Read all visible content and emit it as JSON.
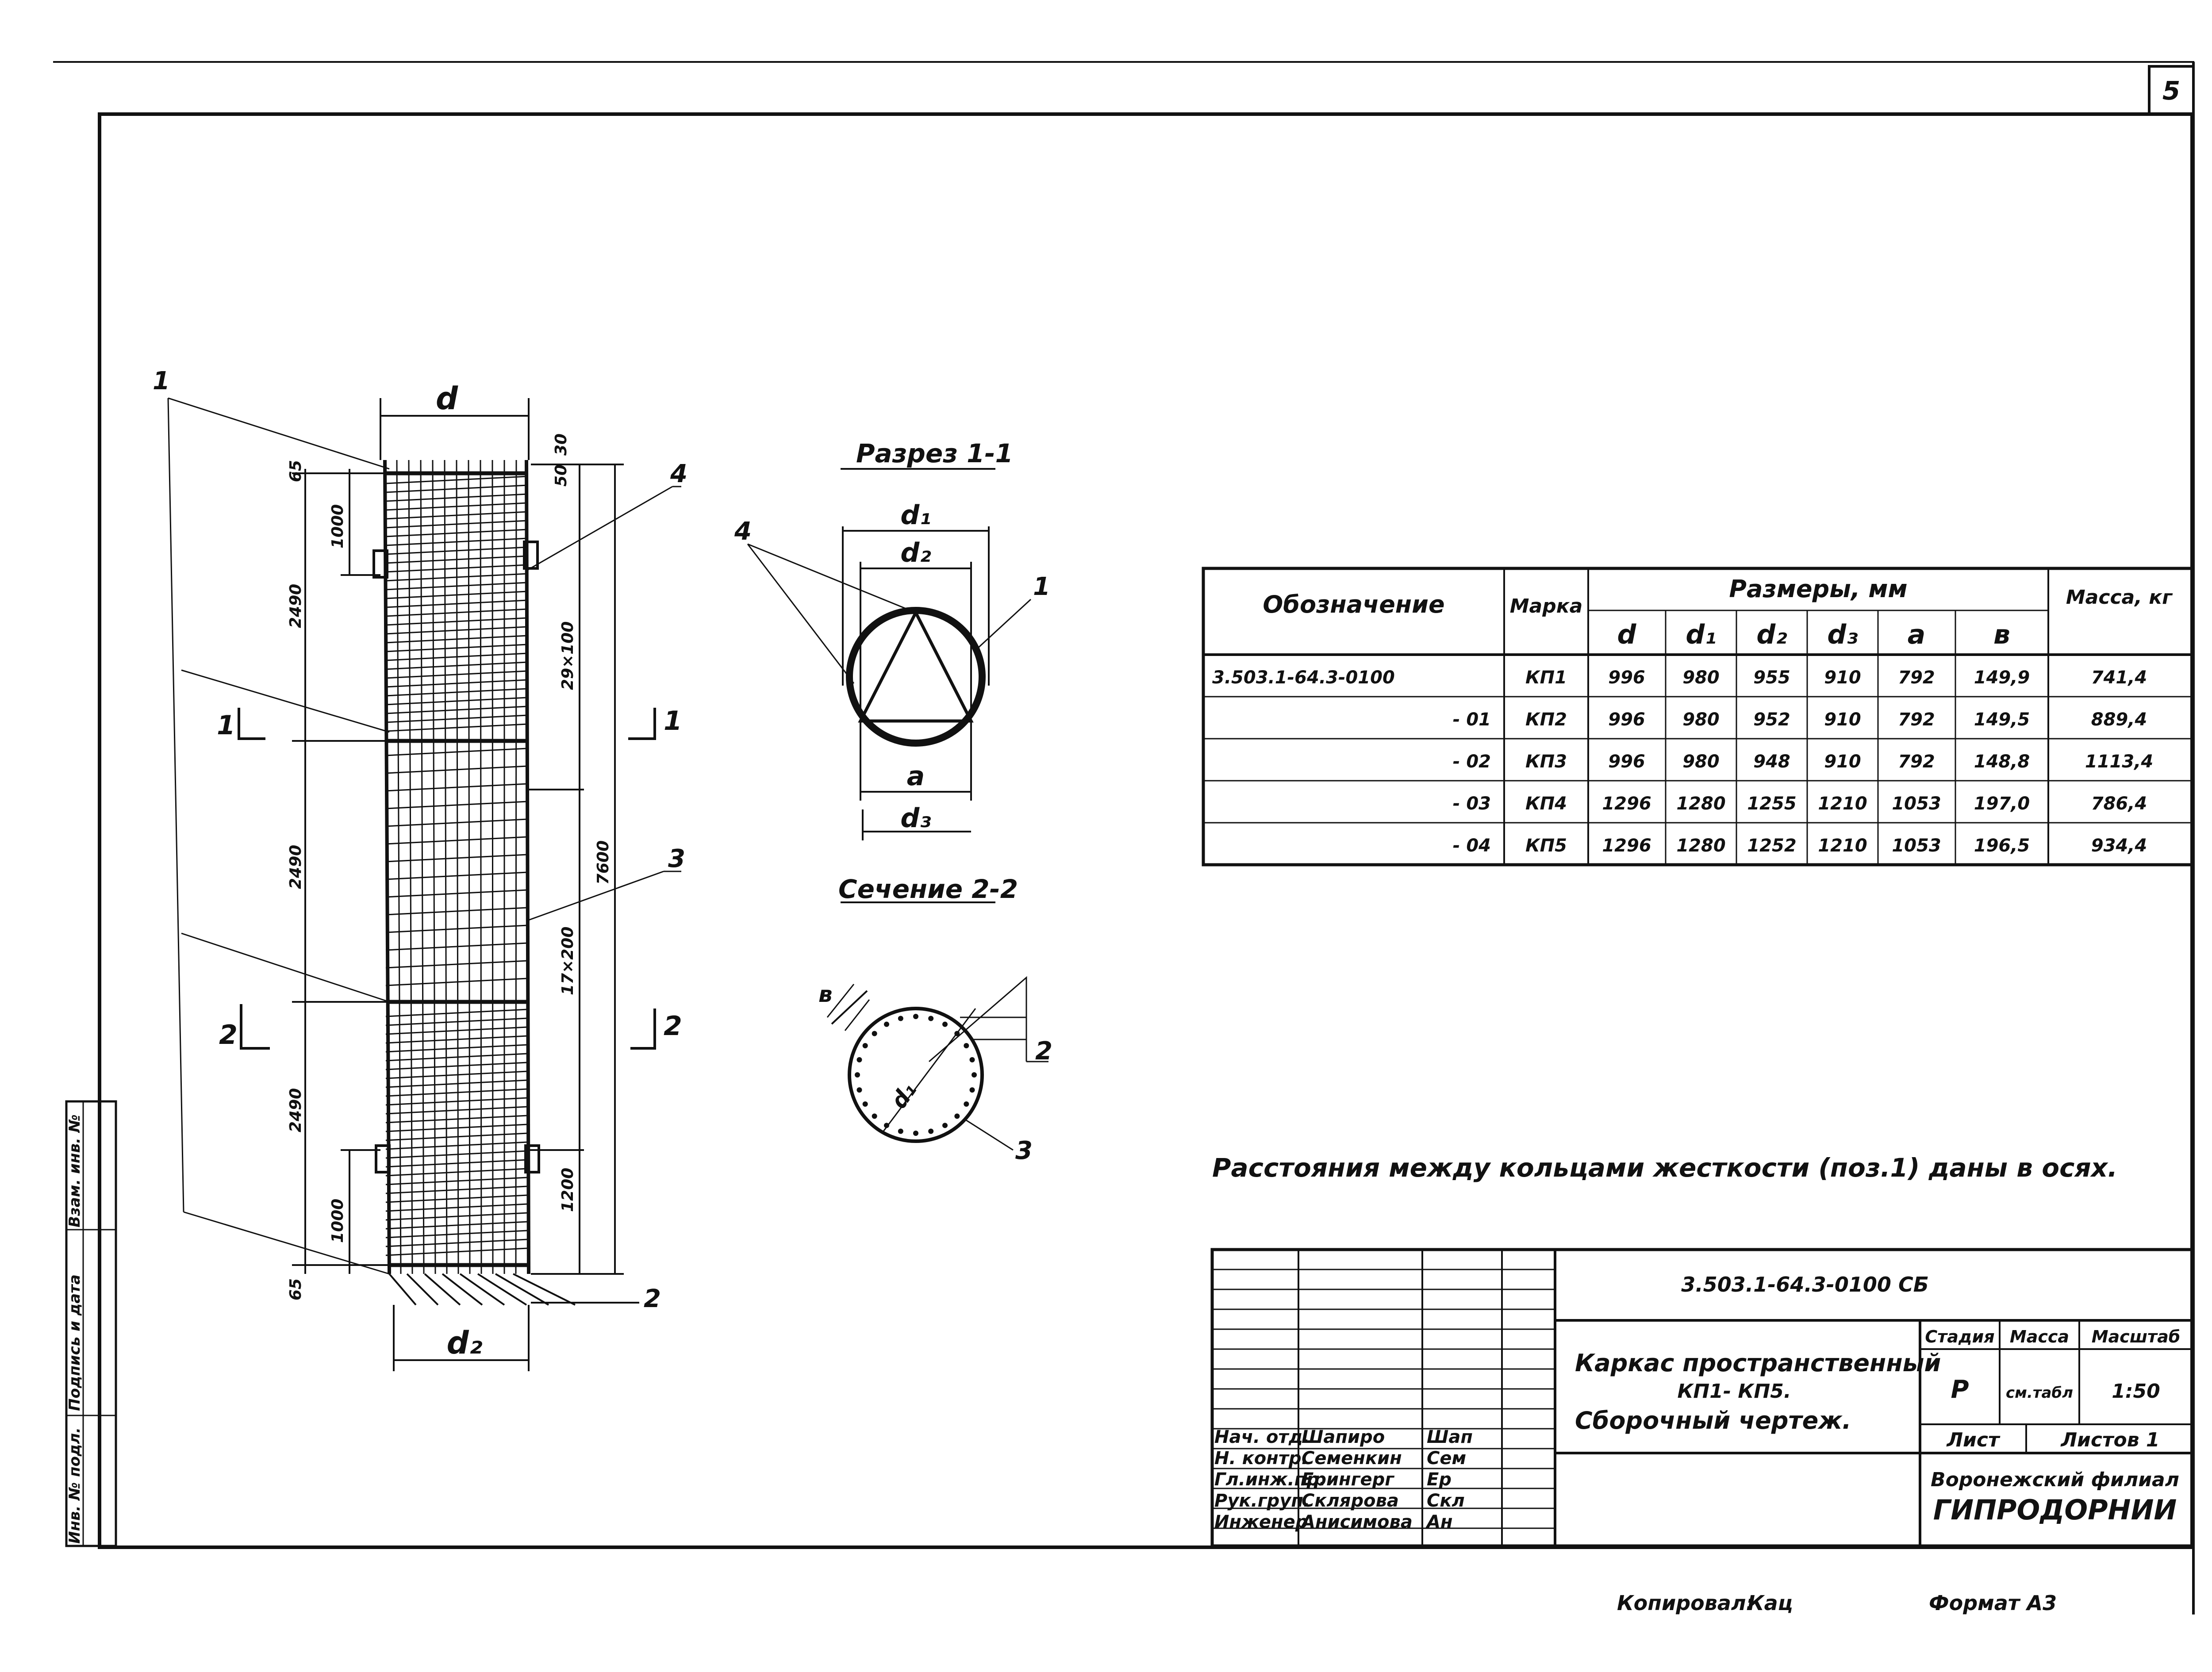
{
  "sheet_number": "5",
  "section_1_title": "Разрез 1-1",
  "section_2_title": "Сечение 2-2",
  "elevation": {
    "top_label": "d",
    "bottom_label": "d₂",
    "callouts": [
      "1",
      "2",
      "3",
      "4"
    ],
    "cut_marks": [
      "1",
      "1",
      "2",
      "2"
    ],
    "dims_left": [
      "65",
      "1000",
      "2490",
      "2490",
      "2490",
      "1000",
      "65"
    ],
    "dims_right": [
      "30",
      "50",
      "29×100",
      "7600",
      "17×200",
      "1200"
    ]
  },
  "section1": {
    "labels": [
      "d₁",
      "d₂",
      "a",
      "d₃"
    ],
    "callouts": [
      "4",
      "1"
    ]
  },
  "section2": {
    "labels": [
      "в",
      "d₁"
    ],
    "callouts": [
      "2",
      "3"
    ]
  },
  "spec_table": {
    "col_designation": "Обозначение",
    "col_mark": "Марка",
    "col_sizes": "Размеры, мм",
    "col_mass": "Масса, кг",
    "size_cols": [
      "d",
      "d₁",
      "d₂",
      "d₃",
      "a",
      "в"
    ],
    "rows": [
      {
        "designation": "3.503.1-64.3-0100",
        "mark": "КП1",
        "d": "996",
        "d1": "980",
        "d2": "955",
        "d3": "910",
        "a": "792",
        "b": "149,9",
        "mass": "741,4"
      },
      {
        "designation": "- 01",
        "mark": "КП2",
        "d": "996",
        "d1": "980",
        "d2": "952",
        "d3": "910",
        "a": "792",
        "b": "149,5",
        "mass": "889,4"
      },
      {
        "designation": "- 02",
        "mark": "КП3",
        "d": "996",
        "d1": "980",
        "d2": "948",
        "d3": "910",
        "a": "792",
        "b": "148,8",
        "mass": "1113,4"
      },
      {
        "designation": "- 03",
        "mark": "КП4",
        "d": "1296",
        "d1": "1280",
        "d2": "1255",
        "d3": "1210",
        "a": "1053",
        "b": "197,0",
        "mass": "786,4"
      },
      {
        "designation": "- 04",
        "mark": "КП5",
        "d": "1296",
        "d1": "1280",
        "d2": "1252",
        "d3": "1210",
        "a": "1053",
        "b": "196,5",
        "mass": "934,4"
      }
    ]
  },
  "note": "Расстояния между кольцами жесткости (поз.1) даны в осях.",
  "title_block": {
    "doc_code": "3.503.1-64.3-0100 СБ",
    "title_lines": [
      "Каркас пространственный",
      "КП1- КП5.",
      "Сборочный чертеж."
    ],
    "stage_label": "Стадия",
    "mass_label": "Масса",
    "scale_label": "Масштаб",
    "stage": "Р",
    "mass": "см.табл",
    "scale": "1:50",
    "sheet_label": "Лист",
    "sheets_label": "Листов 1",
    "org_line1": "Воронежский филиал",
    "org_line2": "ГИПРОДОРНИИ",
    "staff": [
      {
        "role": "Нач. отд.",
        "name": "Шапиро",
        "sign": "Шап"
      },
      {
        "role": "Н. контр.",
        "name": "Семенкин",
        "sign": "Сем"
      },
      {
        "role": "Гл.инж.пр.",
        "name": "Ерингерг",
        "sign": "Ер"
      },
      {
        "role": "Рук.груп.",
        "name": "Склярова",
        "sign": "Скл"
      },
      {
        "role": "Инженер",
        "name": "Анисимова",
        "sign": "Ан"
      }
    ]
  },
  "side_stamp": [
    "Инв. № подл.",
    "Подпись и дата",
    "Взам. инв. №"
  ],
  "copied_by": "Копировал:",
  "copied_sign": "Кац",
  "format": "Формат А3"
}
